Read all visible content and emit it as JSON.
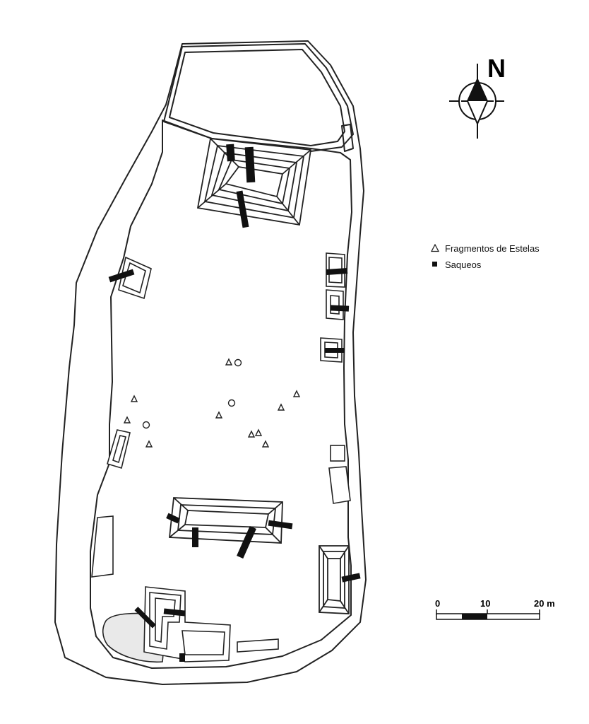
{
  "legend": {
    "items": [
      {
        "symbol": "triangle",
        "label": "Fragmentos de Estelas"
      },
      {
        "symbol": "square",
        "label": "Saqueos"
      }
    ]
  },
  "north": {
    "label": "N"
  },
  "scale": {
    "ticks": [
      "0",
      "10",
      "20 m"
    ]
  },
  "colors": {
    "ink": "#222222",
    "paper": "#ffffff",
    "fill": "#ffffff"
  }
}
